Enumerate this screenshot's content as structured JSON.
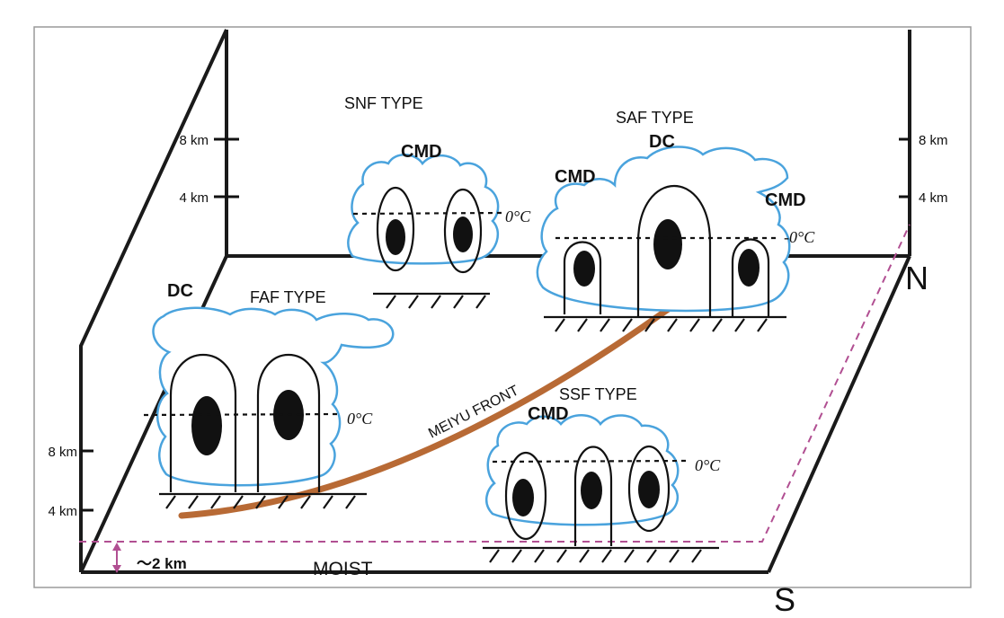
{
  "labels": {
    "snf_type": "SNF TYPE",
    "saf_type": "SAF TYPE",
    "faf_type": "FAF TYPE",
    "ssf_type": "SSF TYPE",
    "cmd": "CMD",
    "dc": "DC",
    "meiyu_front": "MEIYU FRONT",
    "moist": "MOIST",
    "north": "N",
    "south": "S",
    "freezing_level": "0°C",
    "freezing_level_saf": "-0°C",
    "height_8km": "8 km",
    "height_4km": "4 km",
    "moist_depth": "～2 km"
  },
  "colors": {
    "cloud_outline": "#4aa3dd",
    "front": "#b86a35",
    "moist_layer": "#b14f92",
    "box": "#1a1a1a"
  }
}
